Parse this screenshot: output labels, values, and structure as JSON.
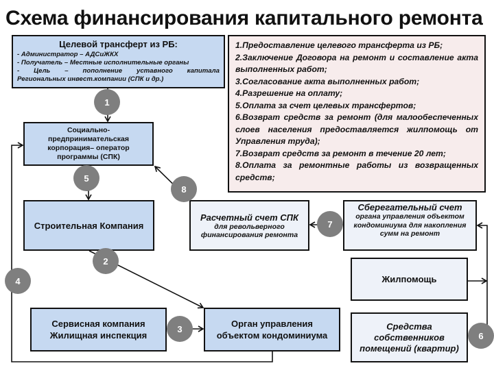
{
  "title": "Схема финансирования капитального ремонта",
  "colors": {
    "box_blue": "#c6d9f1",
    "box_light": "#eef2f9",
    "box_pink": "#f7ecec",
    "step_circle": "#7f7f7f",
    "line": "#111111"
  },
  "transfer_box": {
    "heading": "Целевой трансферт из РБ:",
    "lines": [
      "- Администратор – АДСиЖКХ",
      "- Получатель – Местные исполнительные органы",
      "- Цель – пополнение уставного капитала",
      "Региональных инвест.компании (СПК и др.)"
    ]
  },
  "steps_box": {
    "items": [
      "1.Предоставление целевого трансферта из РБ;",
      "2.Заключение Договора на ремонт и составление акта выполненных работ;",
      "3.Согласование акта выполненных работ;",
      "4.Разрешение на оплату;",
      "5.Оплата за счет целевых трансфертов;",
      "6.Возврат средств за ремонт (для малообеспеченных слоев населения предоставляется жилпомощь от Управления труда);",
      "7.Возврат средств за ремонт в течение 20 лет;",
      "8.Оплата за ремонтные работы из возвращенных средств;"
    ]
  },
  "nodes": {
    "spk": "Социально-предпринимательская корпорация– оператор программы (СПК)",
    "construction": "Строительная Компания",
    "settlement_account": {
      "title": "Расчетный счет СПК",
      "subtitle": "для револьверного финансирования ремонта"
    },
    "savings_account": {
      "title": "Сберегательный счет",
      "subtitle": "органа управления объектом кондоминиума для накопления сумм на ремонт"
    },
    "service": {
      "line1": "Сервисная компания",
      "line2": "Жилищная инспекция"
    },
    "condo_body": {
      "line1": "Орган управления",
      "line2": "объектом кондоминиума"
    },
    "housing_aid": "Жилпомощь",
    "owners_funds": "Средства собственников помещений (квартир)"
  },
  "step_markers": [
    "1",
    "2",
    "3",
    "4",
    "5",
    "6",
    "7",
    "8"
  ]
}
